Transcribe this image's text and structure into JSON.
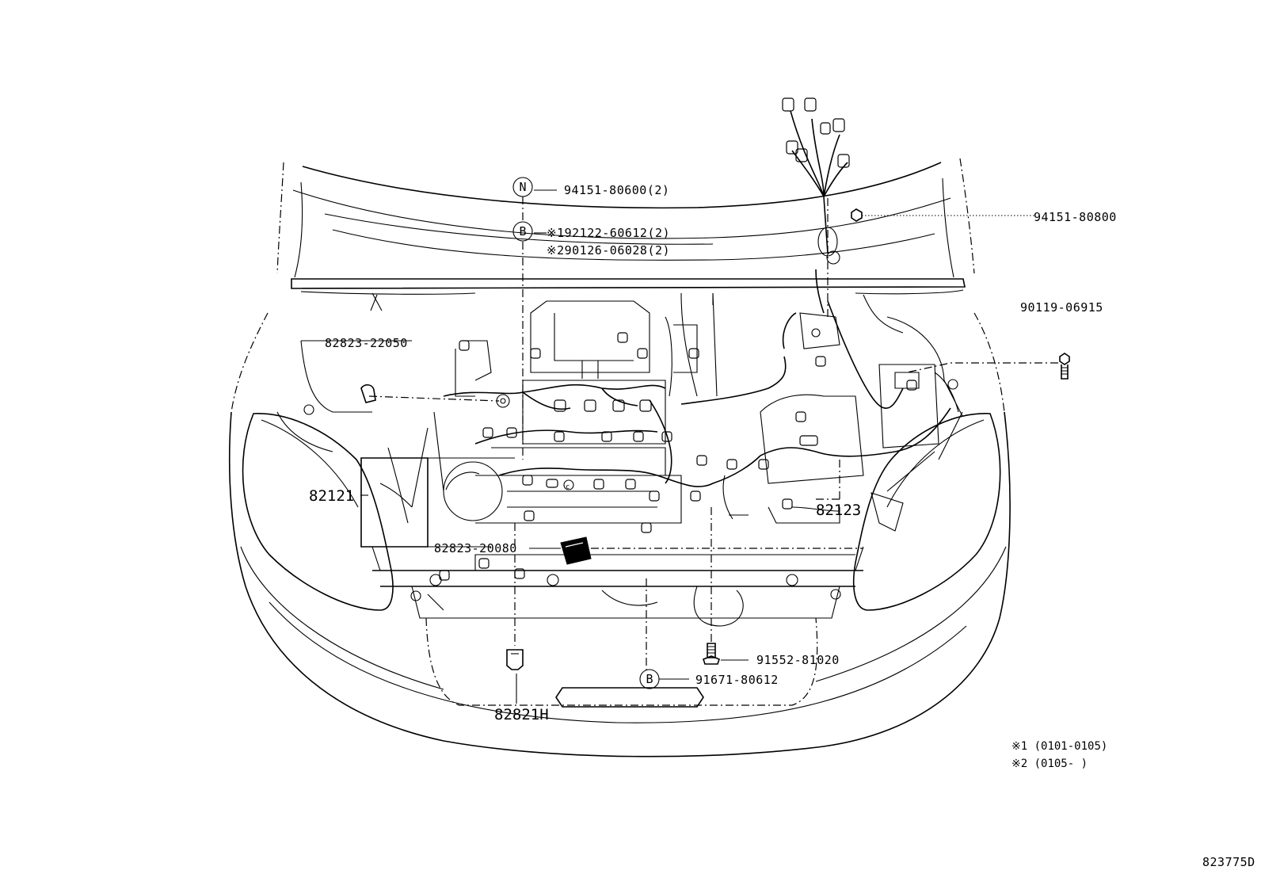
{
  "labels": {
    "p1": "94151-80600(2)",
    "p2": "※192122-60612(2)",
    "p3": "※290126-06028(2)",
    "p4": "94151-80800",
    "p5": "90119-06915",
    "p6": "82823-22050",
    "p7": "82121",
    "p8": "82123",
    "p9": "82823-20080",
    "p10": "91552-81020",
    "p11": "91671-80612",
    "p12": "82821H",
    "circle_n": "N",
    "circle_b1": "B",
    "circle_b2": "B"
  },
  "notes": {
    "n1": "※1  (0101-0105)",
    "n2": "※2  (0105-      )"
  },
  "drawing_id": "823775D"
}
